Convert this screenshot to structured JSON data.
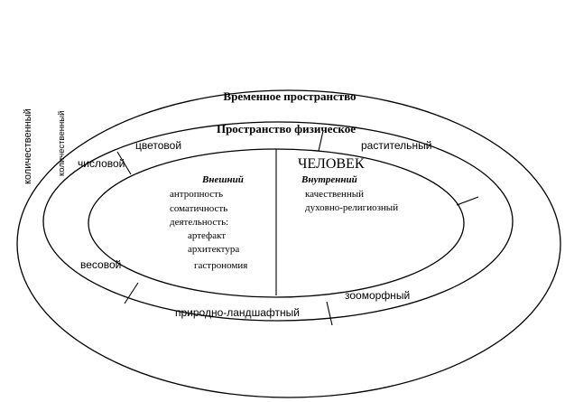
{
  "diagram": {
    "outer_ring_title": "Временное пространство",
    "middle_ring_title": "Пространство физическое",
    "center_title": "ЧЕЛОВЕК",
    "side_labels": {
      "left_outer": "количественный",
      "left_inner": "количественный"
    },
    "ring_labels": {
      "color": "цветовой",
      "plant": "растительный",
      "numeric": "числовой",
      "weight": "весовой",
      "zoomorphic": "зооморфный",
      "natural_landscape": "природно-ландшафтный"
    },
    "external": {
      "heading": "Внешний",
      "items": [
        "антропность",
        "соматичность",
        "деятельность:"
      ],
      "sub_items": [
        "артефакт",
        "архитектура",
        "гастрономия"
      ]
    },
    "internal": {
      "heading": "Внутренний",
      "items": [
        "качественный",
        "духовно-религиозный"
      ]
    }
  }
}
